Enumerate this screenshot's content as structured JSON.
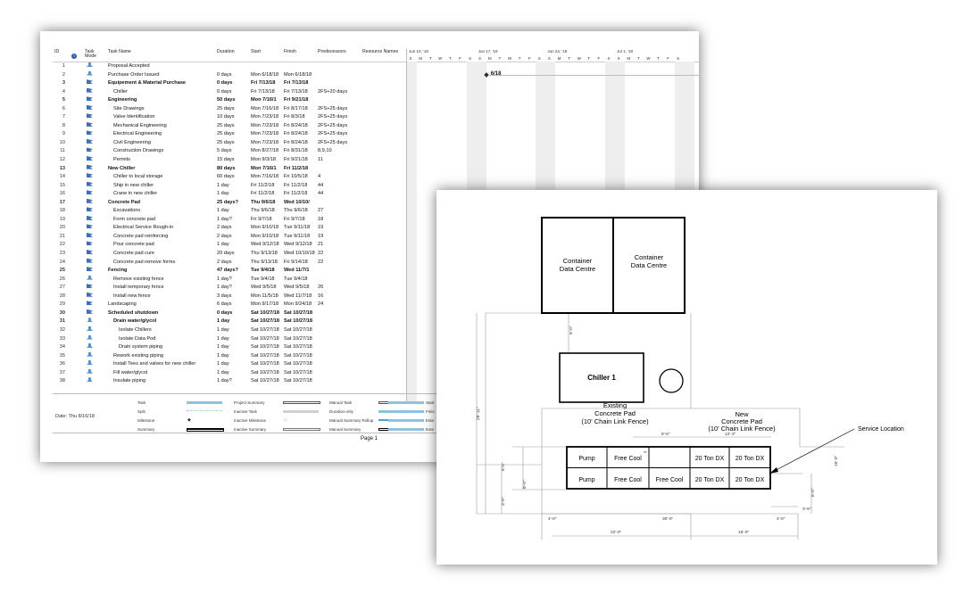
{
  "gantt": {
    "headers": {
      "id": "ID",
      "task_mode": "Task Mode",
      "task_name": "Task Name",
      "duration": "Duration",
      "start": "Start",
      "finish": "Finish",
      "predecessors": "Predecessors",
      "resource_names": "Resource Names"
    },
    "weeks": [
      "Jun 10, '18",
      "Jun 17, '18",
      "Jun 24, '18",
      "Jul 1, '18"
    ],
    "day_letters": [
      "S",
      "M",
      "T",
      "W",
      "T",
      "F",
      "S"
    ],
    "milestone_label": "6/18",
    "rows": [
      {
        "id": "1",
        "mode": "manual",
        "name": "Proposal Accepted",
        "dur": "",
        "start": "",
        "finish": "",
        "pred": "",
        "bold": false,
        "indent": 0
      },
      {
        "id": "2",
        "mode": "manual",
        "name": "Purchase Order Issued",
        "dur": "0 days",
        "start": "Mon 6/18/18",
        "finish": "Mon 6/18/18",
        "pred": "",
        "bold": false,
        "indent": 0
      },
      {
        "id": "3",
        "mode": "auto",
        "name": "Equipement & Material Purchase",
        "dur": "0 days",
        "start": "Fri 7/13/18",
        "finish": "Fri 7/13/18",
        "pred": "",
        "bold": true,
        "indent": 0
      },
      {
        "id": "4",
        "mode": "auto",
        "name": "Chiller",
        "dur": "0 days",
        "start": "Fri 7/13/18",
        "finish": "Fri 7/13/18",
        "pred": "2FS+20 days",
        "bold": false,
        "indent": 1
      },
      {
        "id": "5",
        "mode": "auto",
        "name": "Engineering",
        "dur": "50 days",
        "start": "Mon 7/16/1",
        "finish": "Fri 9/21/18",
        "pred": "",
        "bold": true,
        "indent": 0
      },
      {
        "id": "6",
        "mode": "auto",
        "name": "Site Drawings",
        "dur": "25 days",
        "start": "Mon 7/16/18",
        "finish": "Fri 8/17/18",
        "pred": "2FS+25 days",
        "bold": false,
        "indent": 1
      },
      {
        "id": "7",
        "mode": "auto",
        "name": "Valve Identification",
        "dur": "10 days",
        "start": "Mon 7/23/18",
        "finish": "Fri 8/3/18",
        "pred": "2FS+25 days",
        "bold": false,
        "indent": 1
      },
      {
        "id": "8",
        "mode": "auto",
        "name": "Mechanical Engineering",
        "dur": "25 days",
        "start": "Mon 7/23/18",
        "finish": "Fri 8/24/18",
        "pred": "2FS+25 days",
        "bold": false,
        "indent": 1
      },
      {
        "id": "9",
        "mode": "auto",
        "name": "Electrical Engineering",
        "dur": "25 days",
        "start": "Mon 7/23/18",
        "finish": "Fri 8/24/18",
        "pred": "2FS+25 days",
        "bold": false,
        "indent": 1
      },
      {
        "id": "10",
        "mode": "auto",
        "name": "Civil Engineering",
        "dur": "25 days",
        "start": "Mon 7/23/18",
        "finish": "Fri 8/24/18",
        "pred": "2FS+25 days",
        "bold": false,
        "indent": 1
      },
      {
        "id": "11",
        "mode": "auto",
        "name": "Construction Drawings",
        "dur": "5 days",
        "start": "Mon 8/27/18",
        "finish": "Fri 8/31/18",
        "pred": "8,9,10",
        "bold": false,
        "indent": 1
      },
      {
        "id": "12",
        "mode": "auto",
        "name": "Permits",
        "dur": "15 days",
        "start": "Mon 9/3/18",
        "finish": "Fri 9/21/18",
        "pred": "11",
        "bold": false,
        "indent": 1
      },
      {
        "id": "13",
        "mode": "auto",
        "name": "New Chiller",
        "dur": "80 days",
        "start": "Mon 7/16/1",
        "finish": "Fri 11/2/18",
        "pred": "",
        "bold": true,
        "indent": 0
      },
      {
        "id": "14",
        "mode": "auto",
        "name": "Chiller to local storage",
        "dur": "60 days",
        "start": "Mon 7/16/18",
        "finish": "Fri 10/5/18",
        "pred": "4",
        "bold": false,
        "indent": 1
      },
      {
        "id": "15",
        "mode": "auto",
        "name": "Ship in new chiller",
        "dur": "1 day",
        "start": "Fri 11/2/18",
        "finish": "Fri 11/2/18",
        "pred": "44",
        "bold": false,
        "indent": 1
      },
      {
        "id": "16",
        "mode": "auto",
        "name": "Crane in new chiller",
        "dur": "1 day",
        "start": "Fri 11/2/18",
        "finish": "Fri 11/2/18",
        "pred": "44",
        "bold": false,
        "indent": 1
      },
      {
        "id": "17",
        "mode": "auto",
        "name": "Concrete Pad",
        "dur": "25 days?",
        "start": "Thu 9/6/18",
        "finish": "Wed 10/10/",
        "pred": "",
        "bold": true,
        "indent": 0
      },
      {
        "id": "18",
        "mode": "auto",
        "name": "Excavations",
        "dur": "1 day",
        "start": "Thu 9/6/18",
        "finish": "Thu 9/6/18",
        "pred": "27",
        "bold": false,
        "indent": 1
      },
      {
        "id": "19",
        "mode": "auto",
        "name": "Form concrete pad",
        "dur": "1 day?",
        "start": "Fri 9/7/18",
        "finish": "Fri 9/7/18",
        "pred": "18",
        "bold": false,
        "indent": 1
      },
      {
        "id": "20",
        "mode": "auto",
        "name": "Electrical Service Rough-in",
        "dur": "2 days",
        "start": "Mon 9/10/18",
        "finish": "Tue 9/11/18",
        "pred": "19",
        "bold": false,
        "indent": 1
      },
      {
        "id": "21",
        "mode": "auto",
        "name": "Concrete pad reinforcing",
        "dur": "2 days",
        "start": "Mon 9/10/18",
        "finish": "Tue 9/11/18",
        "pred": "19",
        "bold": false,
        "indent": 1
      },
      {
        "id": "22",
        "mode": "auto",
        "name": "Pour concrete pad",
        "dur": "1 day",
        "start": "Wed 9/12/18",
        "finish": "Wed 9/12/18",
        "pred": "21",
        "bold": false,
        "indent": 1
      },
      {
        "id": "23",
        "mode": "auto",
        "name": "Concrete pad cure",
        "dur": "20 days",
        "start": "Thu 9/13/18",
        "finish": "Wed 10/10/18",
        "pred": "22",
        "bold": false,
        "indent": 1
      },
      {
        "id": "24",
        "mode": "auto",
        "name": "Concrete pad remove forms",
        "dur": "2 days",
        "start": "Thu 9/13/18",
        "finish": "Fri 9/14/18",
        "pred": "22",
        "bold": false,
        "indent": 1
      },
      {
        "id": "25",
        "mode": "auto",
        "name": "Fencing",
        "dur": "47 days?",
        "start": "Tue 9/4/18",
        "finish": "Wed 11/7/1",
        "pred": "",
        "bold": true,
        "indent": 0
      },
      {
        "id": "26",
        "mode": "manual",
        "name": "Remove existing fence",
        "dur": "1 day?",
        "start": "Tue 9/4/18",
        "finish": "Tue 9/4/18",
        "pred": "",
        "bold": false,
        "indent": 1
      },
      {
        "id": "27",
        "mode": "auto",
        "name": "Install temporary fence",
        "dur": "1 day?",
        "start": "Wed 9/5/18",
        "finish": "Wed 9/5/18",
        "pred": "26",
        "bold": false,
        "indent": 1
      },
      {
        "id": "28",
        "mode": "auto",
        "name": "Install new fence",
        "dur": "3 days",
        "start": "Mon 11/5/18",
        "finish": "Wed 11/7/18",
        "pred": "16",
        "bold": false,
        "indent": 1
      },
      {
        "id": "29",
        "mode": "auto",
        "name": "Landscaping",
        "dur": "6 days",
        "start": "Mon 9/17/18",
        "finish": "Mon 9/24/18",
        "pred": "24",
        "bold": false,
        "indent": 0
      },
      {
        "id": "30",
        "mode": "auto",
        "name": "Scheduled shutdown",
        "dur": "0 days",
        "start": "Sat 10/27/18",
        "finish": "Sat 10/27/18",
        "pred": "",
        "bold": true,
        "indent": 0
      },
      {
        "id": "31",
        "mode": "manual",
        "name": "Drain water/glycol",
        "dur": "1 day",
        "start": "Sat 10/27/18",
        "finish": "Sat 10/27/18",
        "pred": "",
        "bold": true,
        "indent": 1
      },
      {
        "id": "32",
        "mode": "manual",
        "name": "Isolate Chillers",
        "dur": "1 day",
        "start": "Sat 10/27/18",
        "finish": "Sat 10/27/18",
        "pred": "",
        "bold": false,
        "indent": 2
      },
      {
        "id": "33",
        "mode": "manual",
        "name": "Isolate Data Pod",
        "dur": "1 day",
        "start": "Sat 10/27/18",
        "finish": "Sat 10/27/18",
        "pred": "",
        "bold": false,
        "indent": 2
      },
      {
        "id": "34",
        "mode": "manual",
        "name": "Drain system piping",
        "dur": "1 day",
        "start": "Sat 10/27/18",
        "finish": "Sat 10/27/18",
        "pred": "",
        "bold": false,
        "indent": 2
      },
      {
        "id": "35",
        "mode": "manual",
        "name": "Rework existing piping",
        "dur": "1 day",
        "start": "Sat 10/27/18",
        "finish": "Sat 10/27/18",
        "pred": "",
        "bold": false,
        "indent": 1
      },
      {
        "id": "36",
        "mode": "manual",
        "name": "Install Tees and valves for new chiller",
        "dur": "1 day",
        "start": "Sat 10/27/18",
        "finish": "Sat 10/27/18",
        "pred": "",
        "bold": false,
        "indent": 1
      },
      {
        "id": "37",
        "mode": "manual",
        "name": "Fill water/glycol",
        "dur": "1 day",
        "start": "Sat 10/27/18",
        "finish": "Sat 10/27/18",
        "pred": "",
        "bold": false,
        "indent": 1
      },
      {
        "id": "38",
        "mode": "manual",
        "name": "Insulate piping",
        "dur": "1 day?",
        "start": "Sat 10/27/18",
        "finish": "Sat 10/27/18",
        "pred": "",
        "bold": false,
        "indent": 1
      }
    ],
    "legend": {
      "date": "Date: Thu 8/16/18",
      "col1": [
        "Task",
        "Split",
        "Milestone",
        "Summary"
      ],
      "col2": [
        "Project Summary",
        "Inactive Task",
        "Inactive Milestone",
        "Inactive Summary"
      ],
      "col3": [
        "Manual Task",
        "Duration-only",
        "Manual Summary Rollup",
        "Manual Summary"
      ],
      "col4": [
        "Start",
        "Finis",
        "Exte",
        "Exte"
      ]
    },
    "page": "Page 1"
  },
  "plan": {
    "container1": [
      "Container",
      "Data Centre"
    ],
    "container2": [
      "Container",
      "Data Centre"
    ],
    "chiller": "Chiller 1",
    "existing_pad": [
      "Existing",
      "Concrete Pad",
      "(10' Chain Link Fence)"
    ],
    "new_pad": [
      "New",
      "Concrete Pad",
      "(10' Chain Link Fence)"
    ],
    "service_location": "Service Location",
    "row1": [
      "Pump",
      "Free Cool",
      "",
      "20 Ton DX",
      "20 Ton DX"
    ],
    "row2": [
      "Pump",
      "Free Cool",
      "Free Cool",
      "20 Ton DX",
      "20 Ton DX"
    ],
    "asterisk": "**",
    "dims": {
      "d1": "6'-0\"",
      "d2": "29'-11\"",
      "d3": "8'-6\"",
      "d4": "12'-3\"",
      "d5": "16'-0\"",
      "d6": "6'-0\"",
      "d7": "8'-0\"",
      "d8": "3'-9\"",
      "d9": "6'-0\"",
      "d10": "3'-9\"",
      "d11": "4'-0\"",
      "d12": "30'-0\"",
      "d13": "4'-0\"",
      "d14": "22'-0\"",
      "d15": "16'-0\""
    }
  }
}
